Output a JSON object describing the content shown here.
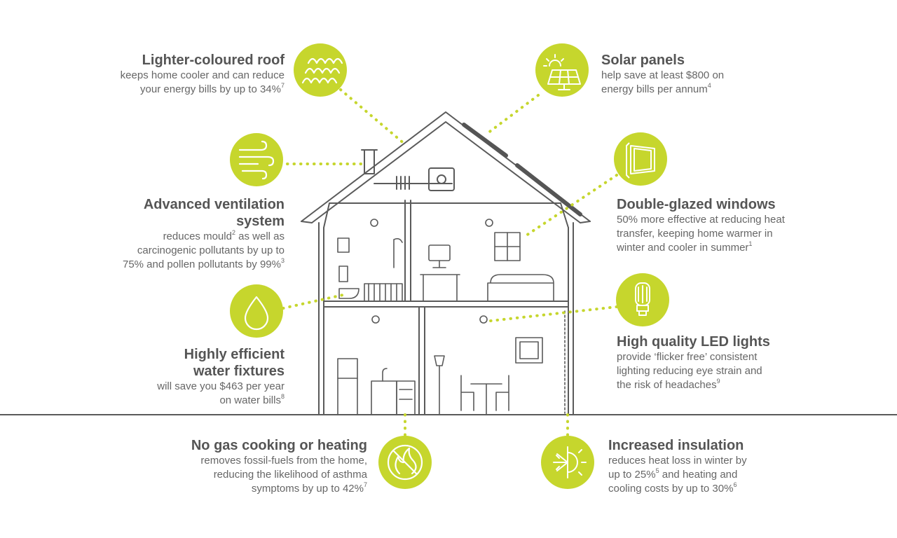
{
  "colors": {
    "accent": "#c6d62d",
    "line": "#5a5a5a",
    "text": "#5f5f5f",
    "heading": "#555555"
  },
  "features": [
    {
      "key": "roof",
      "icon": "roof-tiles-icon",
      "title": "Lighter-coloured roof",
      "desc": [
        {
          "t": "keeps home cooler and can reduce"
        },
        {
          "t": "your energy bills by up to 34%",
          "sup": "7"
        }
      ]
    },
    {
      "key": "solar",
      "icon": "solar-panel-icon",
      "title": "Solar panels",
      "desc": [
        {
          "t": "help save at least $800 on"
        },
        {
          "t": "energy bills per annum",
          "sup": "4"
        }
      ]
    },
    {
      "key": "ventilation",
      "icon": "wind-icon",
      "title": "Advanced ventilation system",
      "desc": [
        {
          "t": "reduces mould",
          "sup": "2",
          "t2": " as well as"
        },
        {
          "t": "carcinogenic pollutants by up to"
        },
        {
          "t": "75% and pollen pollutants by 99%",
          "sup": "3"
        }
      ]
    },
    {
      "key": "windows",
      "icon": "window-icon",
      "title": "Double-glazed windows",
      "desc": [
        {
          "t": "50% more effective at reducing heat"
        },
        {
          "t": "transfer, keeping home warmer in"
        },
        {
          "t": "winter and cooler in summer",
          "sup": "1"
        }
      ]
    },
    {
      "key": "water",
      "icon": "water-drop-icon",
      "title": "Highly efficient water fixtures",
      "desc": [
        {
          "t": "will save you $463 per year"
        },
        {
          "t": "on water bills",
          "sup": "8"
        }
      ]
    },
    {
      "key": "led",
      "icon": "light-bulb-icon",
      "title": "High quality LED lights",
      "desc": [
        {
          "t": "provide ‘flicker free’ consistent"
        },
        {
          "t": "lighting reducing eye strain and"
        },
        {
          "t": "the risk of headaches",
          "sup": "9"
        }
      ]
    },
    {
      "key": "gas",
      "icon": "no-flame-icon",
      "title": "No gas cooking or heating",
      "desc": [
        {
          "t": "removes fossil-fuels from the home,"
        },
        {
          "t": "reducing the likelihood of asthma"
        },
        {
          "t": "symptoms by up to 42%",
          "sup": "7"
        }
      ]
    },
    {
      "key": "insulation",
      "icon": "snowflake-sun-icon",
      "title": "Increased insulation",
      "desc": [
        {
          "t": "reduces heat loss in winter by"
        },
        {
          "t": "up to 25%",
          "sup": "5",
          "t2": " and heating and"
        },
        {
          "t": "cooling costs by up to 30%",
          "sup": "6"
        }
      ]
    }
  ]
}
